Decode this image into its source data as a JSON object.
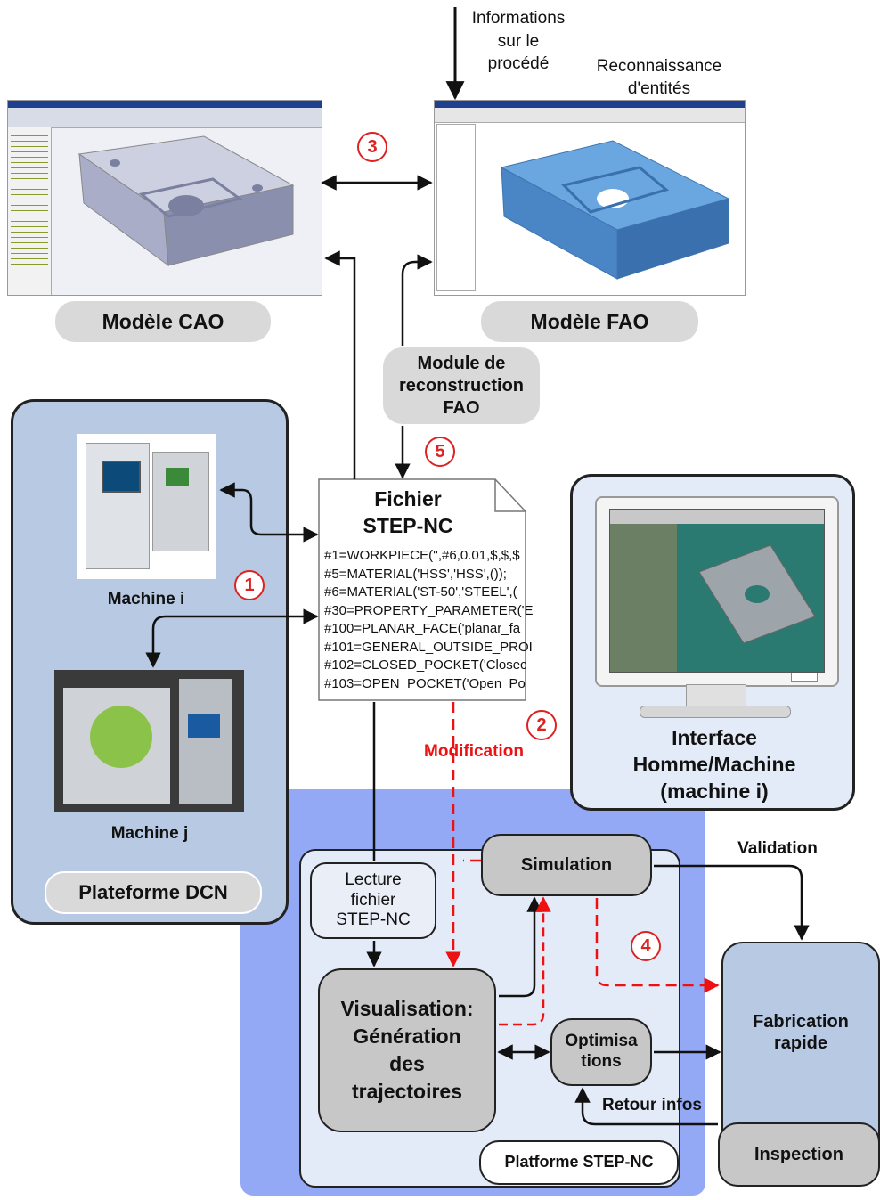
{
  "labels": {
    "info_line1": "Informations",
    "info_line2": "sur le",
    "info_line3": "procédé",
    "reco_line1": "Reconnaissance",
    "reco_line2": "d'entités",
    "cao_model": "Modèle CAO",
    "fao_model": "Modèle FAO",
    "module_line1": "Module de",
    "module_line2": "reconstruction",
    "module_line3": "FAO",
    "file_title1": "Fichier",
    "file_title2": "STEP-NC",
    "machine_i": "Machine i",
    "machine_j": "Machine j",
    "plateforme_dcn": "Plateforme DCN",
    "modification": "Modification",
    "interface_line1": "Interface",
    "interface_line2": "Homme/Machine",
    "interface_line3": "(machine i)",
    "validation": "Validation",
    "simulation": "Simulation",
    "lecture_line1": "Lecture",
    "lecture_line2": "fichier",
    "lecture_line3": "STEP-NC",
    "visu_line1": "Visualisation:",
    "visu_line2": "Génération",
    "visu_line3": "des",
    "visu_line4": "trajectoires",
    "optim_line1": "Optimisa",
    "optim_line2": "tions",
    "fabrication_line1": "Fabrication",
    "fabrication_line2": "rapide",
    "retour": "Retour infos",
    "inspection": "Inspection",
    "platforme_step": "Platforme STEP-NC"
  },
  "step_lines": [
    "#1=WORKPIECE('',#6,0.01,$,$,$",
    "#5=MATERIAL('HSS','HSS',());",
    "#6=MATERIAL('ST-50','STEEL',(",
    "#30=PROPERTY_PARAMETER('E",
    "#100=PLANAR_FACE('planar_fa",
    "#101=GENERAL_OUTSIDE_PROI",
    "#102=CLOSED_POCKET('Closec",
    "#103=OPEN_POCKET('Open_Po"
  ],
  "markers": [
    "1",
    "2",
    "3",
    "4",
    "5"
  ],
  "colors": {
    "dcn_panel": "#b8c9e3",
    "step_panel_bg": "#93a9f5",
    "inner_panel": "#e4ebf8",
    "pill_gray": "#d9d9d9",
    "box_gray": "#c7c7c7",
    "red_marker": "#dd2222",
    "cad_blue": "#5b9bd5"
  }
}
